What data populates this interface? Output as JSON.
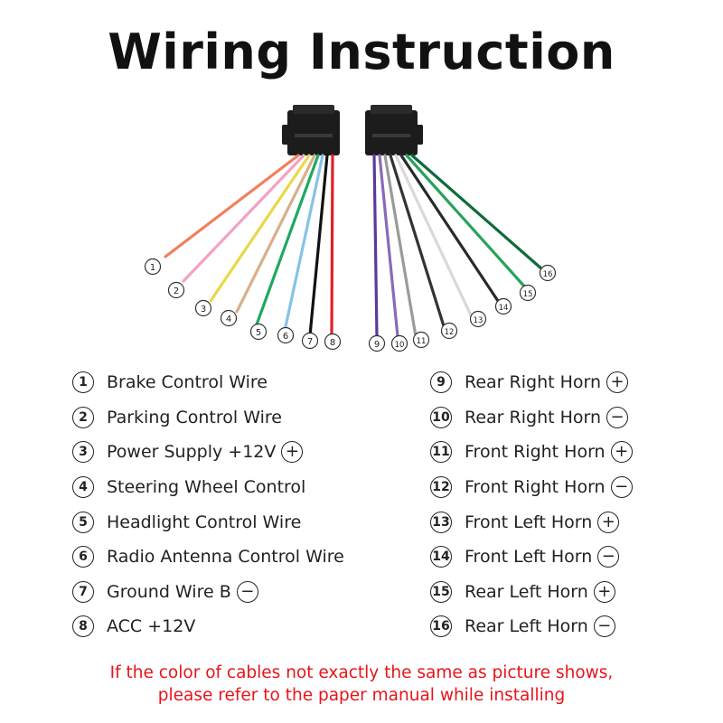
{
  "title": "Wiring Instruction",
  "wires_left": [
    {
      "num": "1",
      "label": "Brake Control Wire",
      "polarity": "",
      "color": "#f0805e"
    },
    {
      "num": "2",
      "label": "Parking Control Wire",
      "polarity": "",
      "color": "#f3a1c4"
    },
    {
      "num": "3",
      "label": "Power Supply +12V",
      "polarity": "+",
      "color": "#e9d849"
    },
    {
      "num": "4",
      "label": "Steering Wheel Control",
      "polarity": "",
      "color": "#d7b08a"
    },
    {
      "num": "5",
      "label": "Headlight Control Wire",
      "polarity": "",
      "color": "#1fa860"
    },
    {
      "num": "6",
      "label": "Radio Antenna Control Wire",
      "polarity": "",
      "color": "#86c2ea"
    },
    {
      "num": "7",
      "label": "Ground Wire B",
      "polarity": "−",
      "color": "#111111"
    },
    {
      "num": "8",
      "label": "ACC +12V",
      "polarity": "",
      "color": "#e0202a"
    }
  ],
  "wires_right": [
    {
      "num": "9",
      "label": "Rear Right Horn",
      "polarity": "+",
      "color": "#5a3a9a"
    },
    {
      "num": "10",
      "label": "Rear Right Horn",
      "polarity": "−",
      "color": "#8a6ab8"
    },
    {
      "num": "11",
      "label": "Front Right Horn",
      "polarity": "+",
      "color": "#9a9a9a"
    },
    {
      "num": "12",
      "label": "Front Right Horn",
      "polarity": "−",
      "color": "#333333"
    },
    {
      "num": "13",
      "label": "Front Left Horn",
      "polarity": "+",
      "color": "#d9d9d9"
    },
    {
      "num": "14",
      "label": "Front Left Horn",
      "polarity": "−",
      "color": "#2a2a2a"
    },
    {
      "num": "15",
      "label": "Rear Left Horn",
      "polarity": "+",
      "color": "#28a35a"
    },
    {
      "num": "16",
      "label": "Rear Left Horn",
      "polarity": "−",
      "color": "#0f6b3a"
    }
  ],
  "note": {
    "line1": "If the color of cables not exactly the same as picture shows,",
    "line2": "please refer to the paper manual while installing"
  }
}
